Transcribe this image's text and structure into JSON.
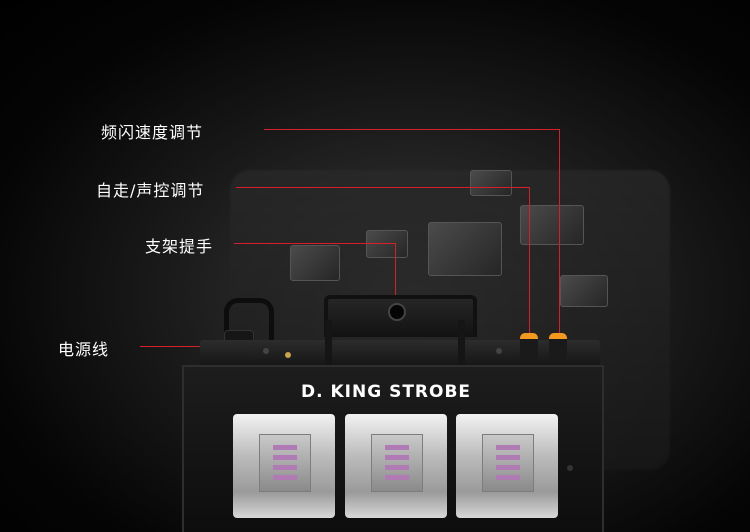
{
  "callouts": {
    "flash_speed": "频闪速度调节",
    "auto_sound": "自走/声控调节",
    "bracket_handle": "支架提手",
    "power_cord": "电源线"
  },
  "product": {
    "brand_text": "D. KING STROBE"
  },
  "colors": {
    "callout_line": "#d4202a",
    "knob_accent": "#f39a1e"
  }
}
